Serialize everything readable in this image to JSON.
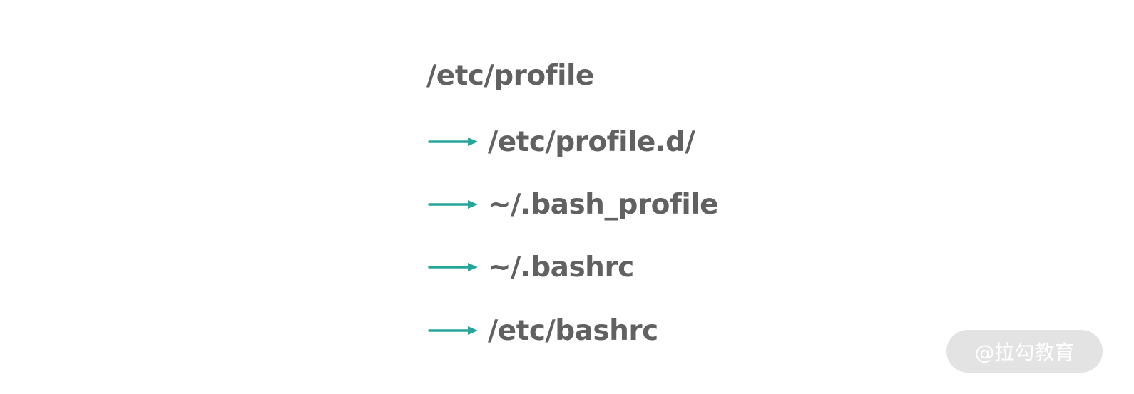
{
  "diagram": {
    "root": "/etc/profile",
    "chain": [
      {
        "label": "/etc/profile.d/",
        "icon": "arrow-right-icon"
      },
      {
        "label": "~/.bash_profile",
        "icon": "arrow-right-icon"
      },
      {
        "label": "~/.bashrc",
        "icon": "arrow-right-icon"
      },
      {
        "label": "/etc/bashrc",
        "icon": "arrow-right-icon"
      }
    ],
    "colors": {
      "text": "#616161",
      "arrow": "#26a69a",
      "background": "#ffffff"
    }
  },
  "watermark": {
    "text": "@拉勾教育",
    "color": "#e3e3e3"
  }
}
